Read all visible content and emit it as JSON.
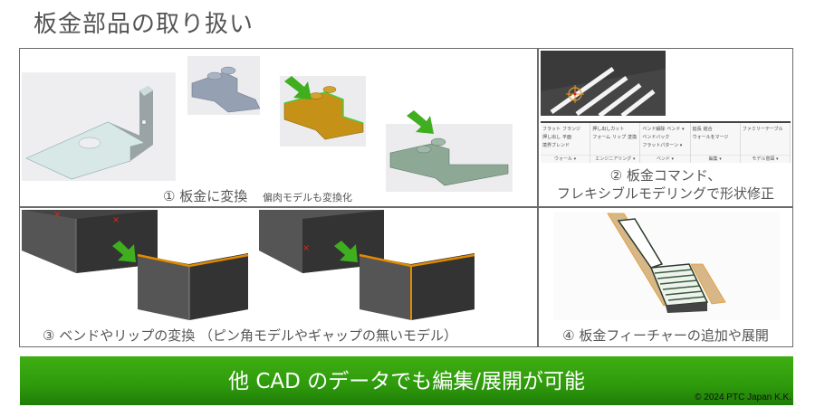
{
  "title": "板金部品の取り扱い",
  "panels": [
    {
      "number": "①",
      "caption": "板金に変換",
      "sub_caption": "偏肉モデルも変換化"
    },
    {
      "number": "②",
      "caption_line1": "板金コマンド、",
      "caption_line2": "フレキシブルモデリングで形状修正",
      "ribbon": {
        "groups": [
          {
            "label": "ウォール ▾",
            "items": [
              "フラット",
              "フランジ",
              "押し出し",
              "平面",
              "境界ブレンド"
            ]
          },
          {
            "label": "エンジニアリング ▾",
            "items": [
              "押し出しカット",
              "フォーム",
              "リップ",
              "変換"
            ]
          },
          {
            "label": "ベンド ▾",
            "items": [
              "ベンド解除",
              "ベンド ▾",
              "ベンドバック",
              "フラットパターン ▾"
            ]
          },
          {
            "label": "編集 ▾",
            "items": [
              "延長",
              "結合",
              "ウォールをマージ"
            ]
          },
          {
            "label": "モデル意図 ▾",
            "items": [
              "ファミリーテーブル"
            ]
          }
        ]
      }
    },
    {
      "number": "③",
      "caption": "ベンドやリップの変換 （ピン角モデルやギャップの無いモデル）"
    },
    {
      "number": "④",
      "caption": "板金フィーチャーの追加や展開"
    }
  ],
  "banner": {
    "text": "他 CAD のデータでも編集/展開が可能",
    "copyright": "© 2024 PTC Japan K.K."
  },
  "colors": {
    "banner_green": "#36a30f",
    "arrow_green": "#3fae1f",
    "highlight_orange": "#e08a00",
    "border_gray": "#6b6b6b"
  }
}
